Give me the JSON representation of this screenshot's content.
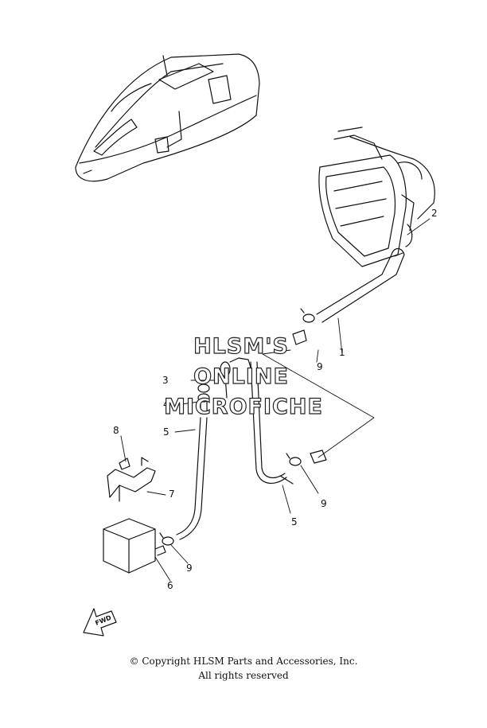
{
  "callouts": [
    {
      "num": "1"
    },
    {
      "num": "2"
    },
    {
      "num": "3"
    },
    {
      "num": "4"
    },
    {
      "num": "5"
    },
    {
      "num": "5"
    },
    {
      "num": "6"
    },
    {
      "num": "7"
    },
    {
      "num": "8"
    },
    {
      "num": "9"
    },
    {
      "num": "9"
    },
    {
      "num": "9"
    }
  ],
  "watermark": {
    "line1": "HLSM'S",
    "line2": "ONLINE",
    "line3": "MICROFICHE"
  },
  "fwd_label": "FWD",
  "copyright": {
    "line1": "© Copyright HLSM Parts and Accessories, Inc.",
    "line2": "All rights reserved"
  }
}
